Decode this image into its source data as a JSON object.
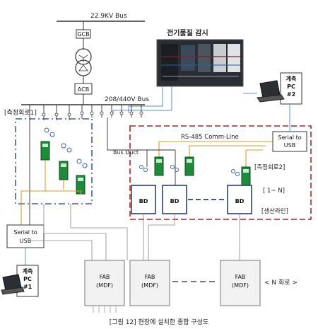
{
  "labels": {
    "bus_top": "22.9KV Bus",
    "gcb": "GCB",
    "acb": "ACB",
    "bus_low": "208/440V Bus",
    "pq_monitor": "전기품질 감시",
    "pc2_line1": "계측",
    "pc2_line2": "PC",
    "pc2_line3": "#2",
    "meas1": "[측정회로1]",
    "meas2": "[측정회로2]",
    "rs485": "RS-485 Comm-Line",
    "serial_usb_right_1": "Serial to",
    "serial_usb_right_2": "USB",
    "serial_usb_left_1": "Serial to",
    "serial_usb_left_2": "USB",
    "bus_duct": "Bus Duct",
    "bd": [
      "BD",
      "BD",
      "BD"
    ],
    "range": "[ 1~ N]",
    "production_line": "[생산라인]",
    "pc1_line1": "계측",
    "pc1_line2": "PC",
    "pc1_line3": "#1",
    "fab": [
      {
        "l1": "FAB",
        "l2": "(MDF)"
      },
      {
        "l1": "FAB",
        "l2": "(MDF)"
      },
      {
        "l1": "FAB",
        "l2": "(MDF)"
      }
    ],
    "n_circuits": "< N 회로 >",
    "caption": "[그림 12] 현장에 설치한 종합 구성도"
  },
  "colors": {
    "line": "#3a3a3a",
    "orange_wire": "#d79a2a",
    "blue_wire": "#5b8fc9",
    "blue_dashed_box": "#3b5fa8",
    "red_dashed_box": "#a52a2a",
    "meter_green": "#1e8a3a",
    "fab_box": "#f2f2f2"
  }
}
